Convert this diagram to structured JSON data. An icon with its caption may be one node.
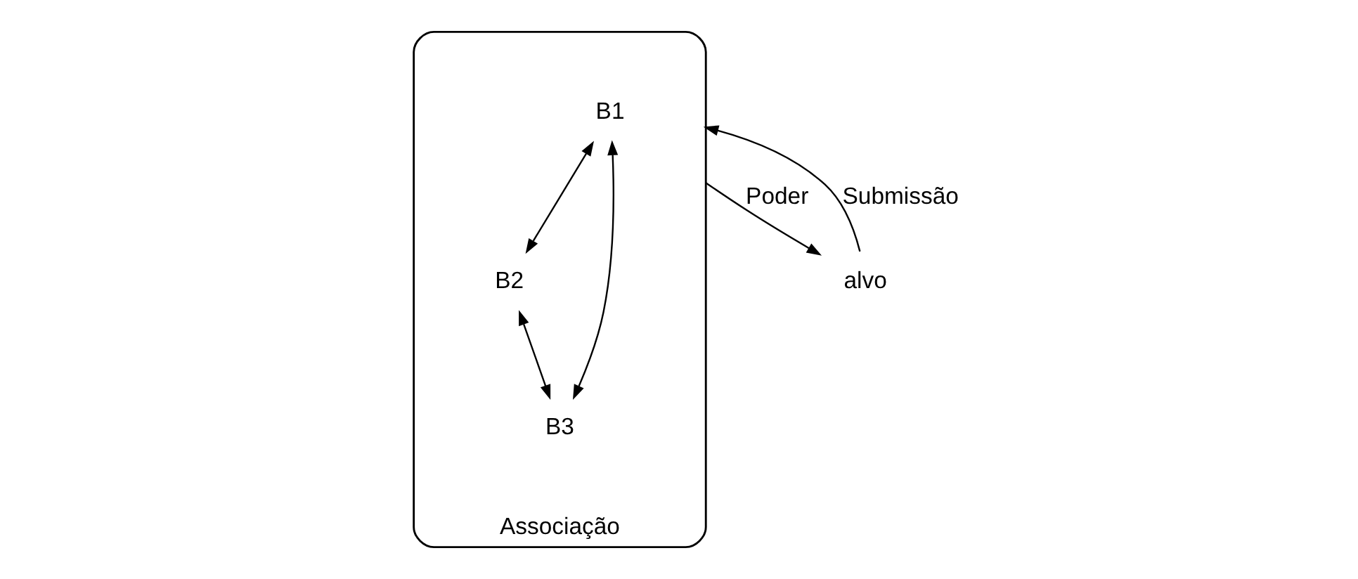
{
  "diagram": {
    "nodes": [
      {
        "text": [
          "Associação"
        ]
      },
      {
        "text": [
          "B1"
        ],
        "in": 0
      },
      {
        "text": [
          "B2"
        ],
        "in": 0
      },
      {
        "text": [
          "B3"
        ],
        "in": 0
      },
      {
        "text": [
          "alvo"
        ]
      }
    ],
    "edges": [
      {
        "from": 1,
        "to": 2,
        "arrow": "both"
      },
      {
        "from": 1,
        "to": 3,
        "arrow": "both"
      },
      {
        "from": 2,
        "to": 3,
        "arrow": "both"
      },
      {
        "from": 0,
        "to": 4,
        "label": "Poder",
        "arrow": "to"
      },
      {
        "from": 4,
        "to": 0,
        "label": "Submissão",
        "arrow": "to"
      }
    ]
  }
}
